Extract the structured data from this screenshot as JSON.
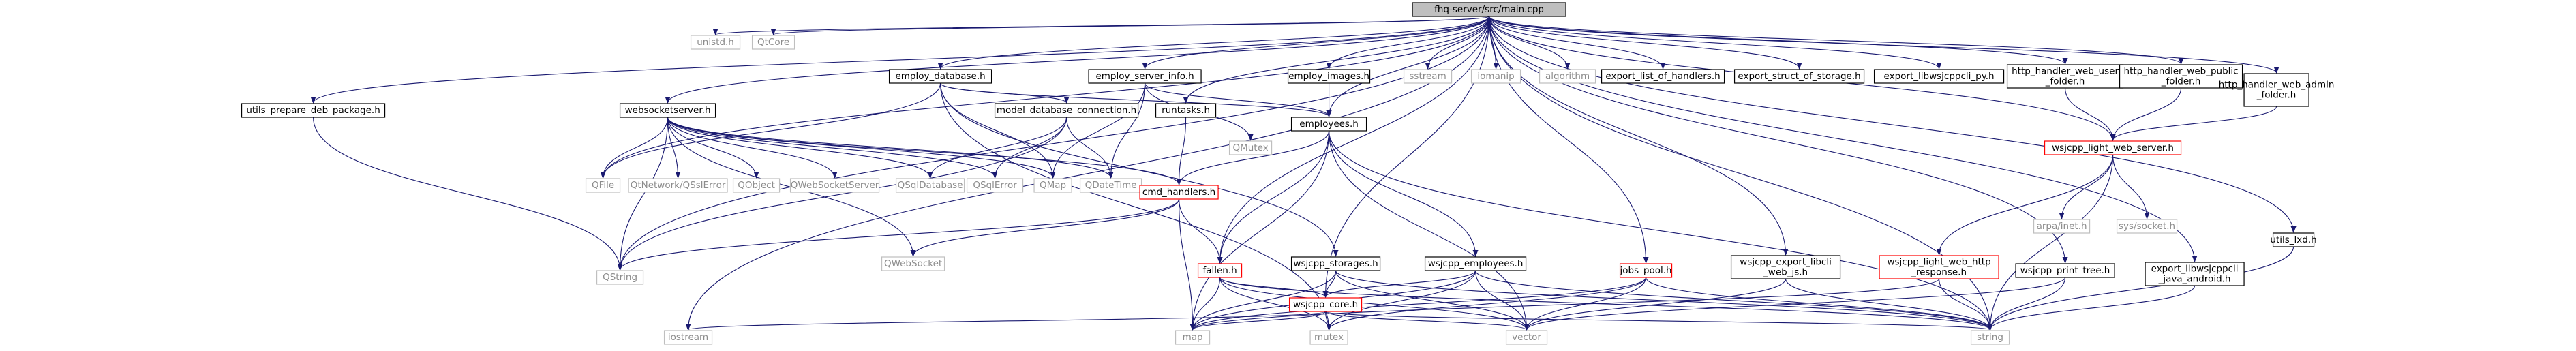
{
  "title": "fhq-server/src/main.cpp",
  "colors": {
    "edge": "#191970",
    "root_fill": "#bfbfbf",
    "node_border": "#000000",
    "missing_border": "#bfbfbf",
    "missing_text": "#8c8c8c",
    "incomplete_border": "#ff0000"
  },
  "nodes": [
    {
      "id": "main",
      "kind": "root",
      "lines": [
        "fhq-server/src/main.cpp"
      ]
    },
    {
      "id": "unistd",
      "kind": "missing",
      "lines": [
        "unistd.h"
      ]
    },
    {
      "id": "qtcore",
      "kind": "missing",
      "lines": [
        "QtCore"
      ]
    },
    {
      "id": "utils_prepare",
      "kind": "header",
      "lines": [
        "utils_prepare_deb_package.h"
      ]
    },
    {
      "id": "websocketserver",
      "kind": "header",
      "lines": [
        "websocketserver.h"
      ]
    },
    {
      "id": "employ_database",
      "kind": "header",
      "lines": [
        "employ_database.h"
      ]
    },
    {
      "id": "employ_server_info",
      "kind": "header",
      "lines": [
        "employ_server_info.h"
      ]
    },
    {
      "id": "runtasks",
      "kind": "header",
      "lines": [
        "runtasks.h"
      ]
    },
    {
      "id": "model_db_conn",
      "kind": "header",
      "lines": [
        "model_database_connection.h"
      ]
    },
    {
      "id": "employ_images",
      "kind": "header",
      "lines": [
        "employ_images.h"
      ]
    },
    {
      "id": "employees",
      "kind": "header",
      "lines": [
        "employees.h"
      ]
    },
    {
      "id": "sstream",
      "kind": "missing",
      "lines": [
        "sstream"
      ]
    },
    {
      "id": "iomanip",
      "kind": "missing",
      "lines": [
        "iomanip"
      ]
    },
    {
      "id": "algorithm",
      "kind": "missing",
      "lines": [
        "algorithm"
      ]
    },
    {
      "id": "export_list",
      "kind": "header",
      "lines": [
        "export_list_of_handlers.h"
      ]
    },
    {
      "id": "export_struct",
      "kind": "header",
      "lines": [
        "export_struct_of_storage.h"
      ]
    },
    {
      "id": "export_libwsjcppcli_py",
      "kind": "header",
      "lines": [
        "export_libwsjcppcli_py.h"
      ]
    },
    {
      "id": "http_user",
      "kind": "header",
      "lines": [
        "http_handler_web_user",
        "_folder.h"
      ]
    },
    {
      "id": "http_public",
      "kind": "header",
      "lines": [
        "http_handler_web_public",
        "_folder.h"
      ]
    },
    {
      "id": "http_admin",
      "kind": "header",
      "lines": [
        "http_handler_web_admin",
        "_folder.h"
      ]
    },
    {
      "id": "light_web_server",
      "kind": "incomplete",
      "lines": [
        "wsjcpp_light_web_server.h"
      ]
    },
    {
      "id": "qmutex",
      "kind": "missing",
      "lines": [
        "QMutex"
      ]
    },
    {
      "id": "qfile",
      "kind": "missing",
      "lines": [
        "QFile"
      ]
    },
    {
      "id": "qtnetwork",
      "kind": "missing",
      "lines": [
        "QtNetwork/QSslError"
      ]
    },
    {
      "id": "qobject",
      "kind": "missing",
      "lines": [
        "QObject"
      ]
    },
    {
      "id": "qwebsocketserver",
      "kind": "missing",
      "lines": [
        "QWebSocketServer"
      ]
    },
    {
      "id": "qsqldatabase",
      "kind": "missing",
      "lines": [
        "QSqlDatabase"
      ]
    },
    {
      "id": "qsqlerror",
      "kind": "missing",
      "lines": [
        "QSqlError"
      ]
    },
    {
      "id": "qmap",
      "kind": "missing",
      "lines": [
        "QMap"
      ]
    },
    {
      "id": "qdatetime",
      "kind": "missing",
      "lines": [
        "QDateTime"
      ]
    },
    {
      "id": "cmd_handlers",
      "kind": "incomplete",
      "lines": [
        "cmd_handlers.h"
      ]
    },
    {
      "id": "arpa_inet",
      "kind": "missing",
      "lines": [
        "arpa/inet.h"
      ]
    },
    {
      "id": "sys_socket",
      "kind": "missing",
      "lines": [
        "sys/socket.h"
      ]
    },
    {
      "id": "utils_lxd",
      "kind": "header",
      "lines": [
        "utils_lxd.h"
      ]
    },
    {
      "id": "qstring",
      "kind": "missing",
      "lines": [
        "QString"
      ]
    },
    {
      "id": "qwebsocket",
      "kind": "missing",
      "lines": [
        "QWebSocket"
      ]
    },
    {
      "id": "fallen",
      "kind": "incomplete",
      "lines": [
        "fallen.h"
      ]
    },
    {
      "id": "wsjcpp_storages",
      "kind": "header",
      "lines": [
        "wsjcpp_storages.h"
      ]
    },
    {
      "id": "wsjcpp_employees",
      "kind": "header",
      "lines": [
        "wsjcpp_employees.h"
      ]
    },
    {
      "id": "jobs_pool",
      "kind": "incomplete",
      "lines": [
        "jobs_pool.h"
      ]
    },
    {
      "id": "export_libwsjcppcli_web_js",
      "kind": "header",
      "lines": [
        "wsjcpp_export_libcli",
        "_web_js.h"
      ]
    },
    {
      "id": "light_web_http_response",
      "kind": "incomplete",
      "lines": [
        "wsjcpp_light_web_http",
        "_response.h"
      ]
    },
    {
      "id": "print_tree",
      "kind": "header",
      "lines": [
        "wsjcpp_print_tree.h"
      ]
    },
    {
      "id": "export_java_android",
      "kind": "header",
      "lines": [
        "export_libwsjcppcli",
        "_java_android.h"
      ]
    },
    {
      "id": "wsjcpp_core",
      "kind": "incomplete",
      "lines": [
        "wsjcpp_core.h"
      ]
    },
    {
      "id": "iostream",
      "kind": "missing",
      "lines": [
        "iostream"
      ]
    },
    {
      "id": "map",
      "kind": "missing",
      "lines": [
        "map"
      ]
    },
    {
      "id": "mutex",
      "kind": "missing",
      "lines": [
        "mutex"
      ]
    },
    {
      "id": "vector",
      "kind": "missing",
      "lines": [
        "vector"
      ]
    },
    {
      "id": "string",
      "kind": "missing",
      "lines": [
        "string"
      ]
    }
  ],
  "edges": [
    [
      "main",
      "unistd"
    ],
    [
      "main",
      "qtcore"
    ],
    [
      "main",
      "utils_prepare"
    ],
    [
      "main",
      "websocketserver"
    ],
    [
      "main",
      "employ_database"
    ],
    [
      "main",
      "employ_server_info"
    ],
    [
      "main",
      "runtasks"
    ],
    [
      "main",
      "employ_images"
    ],
    [
      "main",
      "employees"
    ],
    [
      "main",
      "sstream"
    ],
    [
      "main",
      "iomanip"
    ],
    [
      "main",
      "algorithm"
    ],
    [
      "main",
      "export_list"
    ],
    [
      "main",
      "export_struct"
    ],
    [
      "main",
      "export_libwsjcppcli_py"
    ],
    [
      "main",
      "http_user"
    ],
    [
      "main",
      "http_public"
    ],
    [
      "main",
      "http_admin"
    ],
    [
      "main",
      "light_web_server"
    ],
    [
      "main",
      "utils_lxd"
    ],
    [
      "main",
      "qfile"
    ],
    [
      "main",
      "qstring"
    ],
    [
      "main",
      "iostream"
    ],
    [
      "main",
      "string"
    ],
    [
      "main",
      "fallen"
    ],
    [
      "main",
      "wsjcpp_core"
    ],
    [
      "main",
      "jobs_pool"
    ],
    [
      "main",
      "export_libwsjcppcli_web_js"
    ],
    [
      "main",
      "print_tree"
    ],
    [
      "main",
      "export_java_android"
    ],
    [
      "utils_prepare",
      "qstring"
    ],
    [
      "websocketserver",
      "qfile"
    ],
    [
      "websocketserver",
      "qtnetwork"
    ],
    [
      "websocketserver",
      "qobject"
    ],
    [
      "websocketserver",
      "qwebsocketserver"
    ],
    [
      "websocketserver",
      "qsqldatabase"
    ],
    [
      "websocketserver",
      "qsqlerror"
    ],
    [
      "websocketserver",
      "qmap"
    ],
    [
      "websocketserver",
      "qdatetime"
    ],
    [
      "websocketserver",
      "cmd_handlers"
    ],
    [
      "websocketserver",
      "qstring"
    ],
    [
      "websocketserver",
      "qwebsocket"
    ],
    [
      "employ_database",
      "model_db_conn"
    ],
    [
      "employ_database",
      "employees"
    ],
    [
      "employ_database",
      "qmap"
    ],
    [
      "employ_database",
      "wsjcpp_storages"
    ],
    [
      "employ_database",
      "mutex"
    ],
    [
      "employ_database",
      "qfile"
    ],
    [
      "employ_server_info",
      "employees"
    ],
    [
      "employ_server_info",
      "qmutex"
    ],
    [
      "employ_server_info",
      "qmap"
    ],
    [
      "employ_server_info",
      "qdatetime"
    ],
    [
      "runtasks",
      "cmd_handlers"
    ],
    [
      "model_db_conn",
      "qsqldatabase"
    ],
    [
      "model_db_conn",
      "qsqlerror"
    ],
    [
      "model_db_conn",
      "qstring"
    ],
    [
      "model_db_conn",
      "qdatetime"
    ],
    [
      "employ_images",
      "employees"
    ],
    [
      "employees",
      "cmd_handlers"
    ],
    [
      "employees",
      "fallen"
    ],
    [
      "employees",
      "wsjcpp_employees"
    ],
    [
      "employees",
      "map"
    ],
    [
      "employees",
      "vector"
    ],
    [
      "employees",
      "string"
    ],
    [
      "cmd_handlers",
      "qstring"
    ],
    [
      "cmd_handlers",
      "qwebsocket"
    ],
    [
      "cmd_handlers",
      "fallen"
    ],
    [
      "cmd_handlers",
      "map"
    ],
    [
      "fallen",
      "wsjcpp_core"
    ],
    [
      "fallen",
      "map"
    ],
    [
      "fallen",
      "mutex"
    ],
    [
      "fallen",
      "vector"
    ],
    [
      "fallen",
      "string"
    ],
    [
      "wsjcpp_storages",
      "wsjcpp_core"
    ],
    [
      "wsjcpp_storages",
      "map"
    ],
    [
      "wsjcpp_storages",
      "vector"
    ],
    [
      "wsjcpp_storages",
      "string"
    ],
    [
      "wsjcpp_employees",
      "wsjcpp_core"
    ],
    [
      "wsjcpp_employees",
      "map"
    ],
    [
      "wsjcpp_employees",
      "mutex"
    ],
    [
      "wsjcpp_employees",
      "vector"
    ],
    [
      "wsjcpp_employees",
      "string"
    ],
    [
      "wsjcpp_core",
      "iostream"
    ],
    [
      "wsjcpp_core",
      "map"
    ],
    [
      "wsjcpp_core",
      "mutex"
    ],
    [
      "wsjcpp_core",
      "vector"
    ],
    [
      "wsjcpp_core",
      "string"
    ],
    [
      "jobs_pool",
      "map"
    ],
    [
      "jobs_pool",
      "mutex"
    ],
    [
      "jobs_pool",
      "vector"
    ],
    [
      "jobs_pool",
      "string"
    ],
    [
      "export_libwsjcppcli_web_js",
      "vector"
    ],
    [
      "export_libwsjcppcli_web_js",
      "string"
    ],
    [
      "light_web_http_response",
      "string"
    ],
    [
      "light_web_http_response",
      "map"
    ],
    [
      "print_tree",
      "string"
    ],
    [
      "print_tree",
      "vector"
    ],
    [
      "export_java_android",
      "string"
    ],
    [
      "http_user",
      "light_web_server"
    ],
    [
      "http_public",
      "light_web_server"
    ],
    [
      "http_admin",
      "light_web_server"
    ],
    [
      "light_web_server",
      "arpa_inet"
    ],
    [
      "light_web_server",
      "sys_socket"
    ],
    [
      "light_web_server",
      "light_web_http_response"
    ],
    [
      "light_web_server",
      "string"
    ],
    [
      "utils_lxd",
      "string"
    ]
  ]
}
